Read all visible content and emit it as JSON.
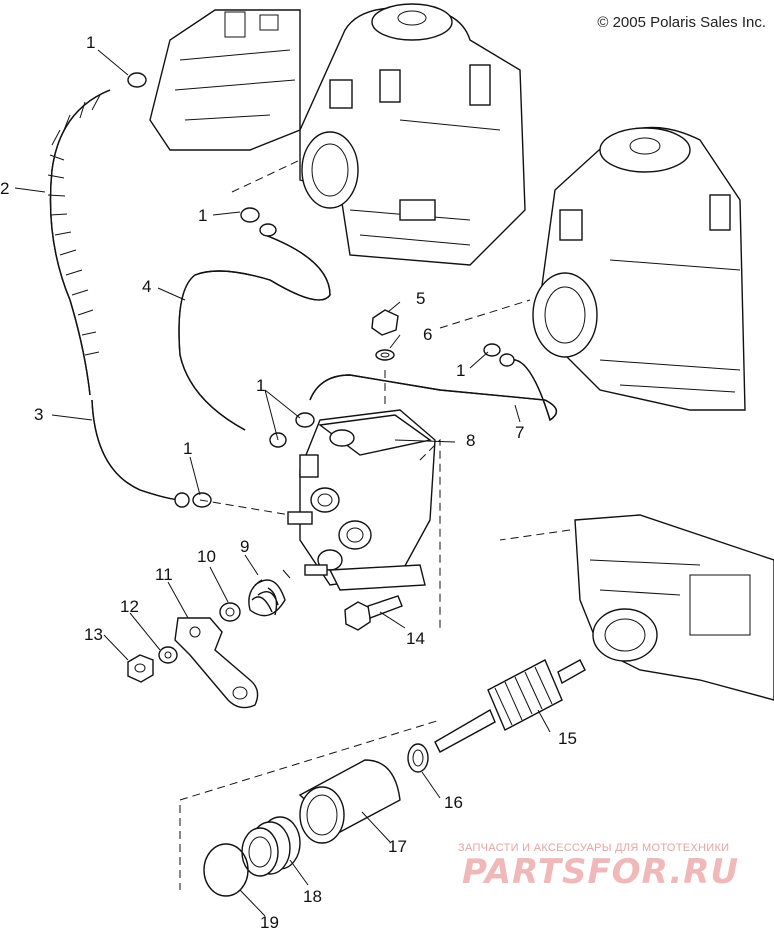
{
  "copyright": "© 2005 Polaris Sales Inc.",
  "callouts": {
    "c1a": "1",
    "c1b": "1",
    "c1c": "1",
    "c1d": "1",
    "c1e": "1",
    "c2": "2",
    "c3": "3",
    "c4": "4",
    "c5": "5",
    "c6": "6",
    "c7": "7",
    "c8": "8",
    "c9": "9",
    "c10": "10",
    "c11": "11",
    "c12": "12",
    "c13": "13",
    "c14": "14",
    "c15": "15",
    "c16": "16",
    "c17": "17",
    "c18": "18",
    "c19": "19"
  },
  "watermark": {
    "tagline": "ЗАПЧАСТИ И АКСЕССУАРЫ ДЛЯ МОТОТЕХНИКИ",
    "logo": "PARTSFOR.RU"
  }
}
